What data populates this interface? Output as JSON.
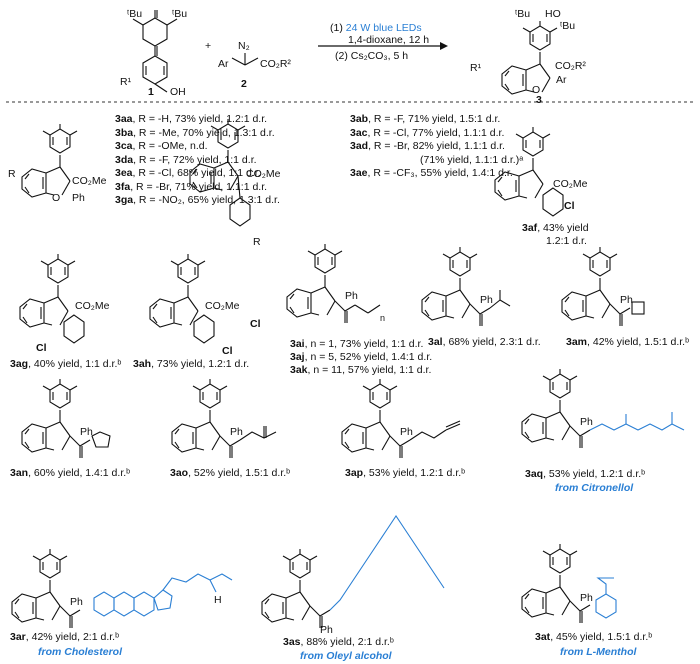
{
  "scheme": {
    "reagent_number": "2",
    "substrate_number": "1",
    "product_number": "3",
    "diazo_n2": "N₂",
    "diazo_ar": "Ar",
    "diazo_ester": "CO₂R²",
    "conditions_1_prefix": "(1)",
    "conditions_1_highlight": "24 W blue LEDs",
    "conditions_1b": "1,4-dioxane, 12 h",
    "conditions_2": "(2) Cs₂CO₃, 5 h",
    "plus": "+",
    "r1": "R¹",
    "oh": "OH",
    "o": "O",
    "product_ester": "CO₂R²",
    "product_ar": "Ar",
    "tbu": "ᵗBu",
    "ho": "HO"
  },
  "entries_r": [
    {
      "id": "3aa",
      "text": ", R = -H, 73% yield, 1.2:1 d.r."
    },
    {
      "id": "3ba",
      "text": ", R = -Me, 70% yield, 1.3:1 d.r."
    },
    {
      "id": "3ca",
      "text": ", R = -OMe, n.d."
    },
    {
      "id": "3da",
      "text": ", R = -F, 72% yield, 1:1 d.r."
    },
    {
      "id": "3ea",
      "text": ", R = -Cl, 68% yield, 1:1 d.r."
    },
    {
      "id": "3fa",
      "text": ", R = -Br, 71% yield, 1.1:1 d.r."
    },
    {
      "id": "3ga",
      "text": ", R = -NO₂, 65% yield, 1.3:1 d.r."
    }
  ],
  "entries_r2": [
    {
      "id": "3ab",
      "text": ", R = -F, 71% yield, 1.5:1 d.r."
    },
    {
      "id": "3ac",
      "text": ", R = -Cl, 77% yield, 1.1:1 d.r."
    },
    {
      "id": "3ad",
      "text": ", R = -Br, 82% yield, 1.1:1 d.r."
    },
    {
      "id": "",
      "text": "(71% yield, 1.1:1 d.r.)ᵃ"
    },
    {
      "id": "3ae",
      "text": ", R = -CF₃, 55% yield, 1.4:1 d.r."
    }
  ],
  "labels": {
    "r": "R",
    "co2me": "CO₂Me",
    "ph": "Ph",
    "o": "O",
    "cl": "Cl",
    "n": "n",
    "3af_id": "3af",
    "3af_text": ", 43% yield",
    "3af_dr": "1.2:1 d.r.",
    "3ag_id": "3ag",
    "3ag_text": ", 40% yield, 1:1 d.r.ᵇ",
    "3ah_id": "3ah",
    "3ah_text": ", 73% yield, 1.2:1 d.r.",
    "3ai_id": "3ai",
    "3ai_text": ", n = 1, 73% yield, 1:1 d.r.",
    "3aj_id": "3aj",
    "3aj_text": ", n = 5, 52% yield, 1.4:1 d.r.",
    "3ak_id": "3ak",
    "3ak_text": ", n = 11, 57% yield, 1:1 d.r.",
    "3al_id": "3al",
    "3al_text": ", 68% yield, 2.3:1 d.r.",
    "3am_id": "3am",
    "3am_text": ", 42% yield, 1.5:1 d.r.ᵇ",
    "3an_id": "3an",
    "3an_text": ", 60% yield, 1.4:1 d.r.ᵇ",
    "3ao_id": "3ao",
    "3ao_text": ", 52% yield, 1.5:1 d.r.ᵇ",
    "3ap_id": "3ap",
    "3ap_text": ", 53% yield, 1.2:1 d.r.ᵇ",
    "3aq_id": "3aq",
    "3aq_text": ", 53% yield, 1.2:1 d.r.ᵇ",
    "3aq_src": "from Citronellol",
    "3ar_id": "3ar",
    "3ar_text": ", 42% yield, 2:1 d.r.ᵇ",
    "3ar_src": "from Cholesterol",
    "3as_id": "3as",
    "3as_text": ", 88% yield, 2:1 d.r.ᵇ",
    "3as_src": "from Oleyl alcohol",
    "3at_id": "3at",
    "3at_text": ", 45% yield, 1.5:1 d.r.ᵇ",
    "3at_src": "from L-Menthol",
    "h": "H"
  },
  "colors": {
    "accent": "#2a7fd4",
    "ink": "#111111"
  }
}
